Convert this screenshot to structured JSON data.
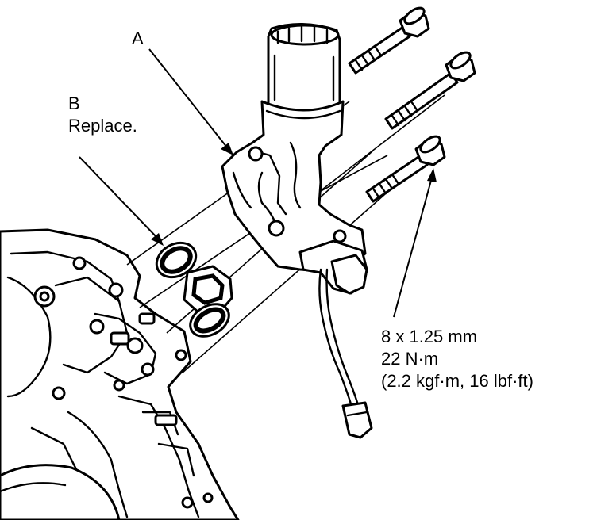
{
  "callouts": {
    "a": {
      "letter": "A"
    },
    "b": {
      "letter": "B",
      "note": "Replace."
    }
  },
  "spec": {
    "bolt_size": "8 x 1.25 mm",
    "torque_nm": "22 N·m",
    "torque_alt": "(2.2 kgf·m, 16 lbf·ft)"
  }
}
